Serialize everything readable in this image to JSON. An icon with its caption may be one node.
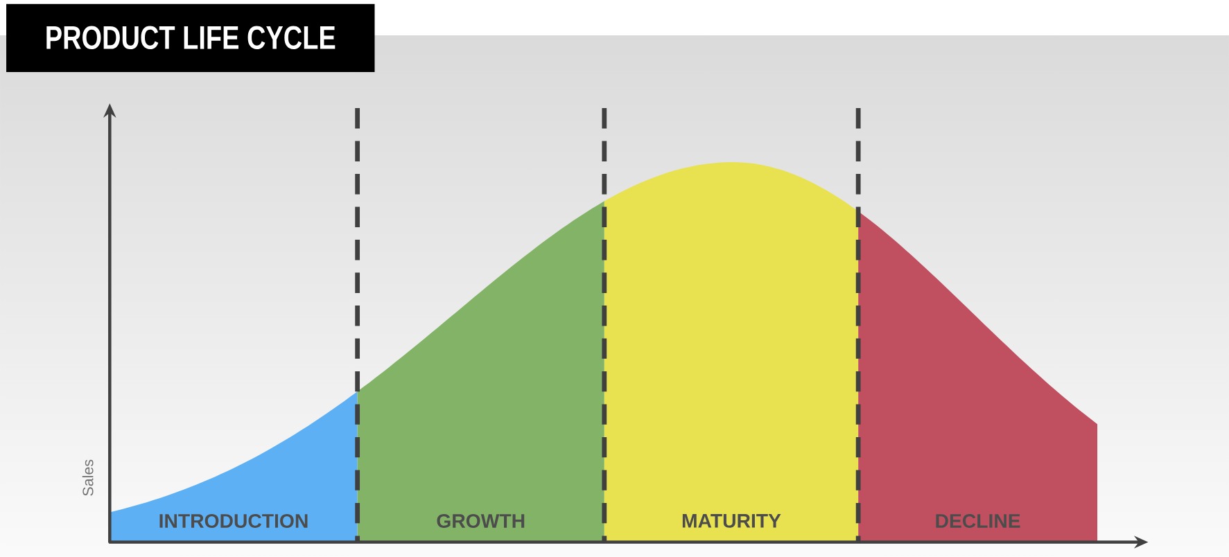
{
  "diagram": {
    "title": "PRODUCT LIFE CYCLE",
    "nodes": [
      {
        "text": [
          "INTRODUCTION"
        ]
      },
      {
        "text": [
          "GROWTH"
        ]
      },
      {
        "text": [
          "MATURITY"
        ]
      },
      {
        "text": [
          "DECLINE"
        ]
      }
    ],
    "labels": [
      "Sales"
    ]
  }
}
